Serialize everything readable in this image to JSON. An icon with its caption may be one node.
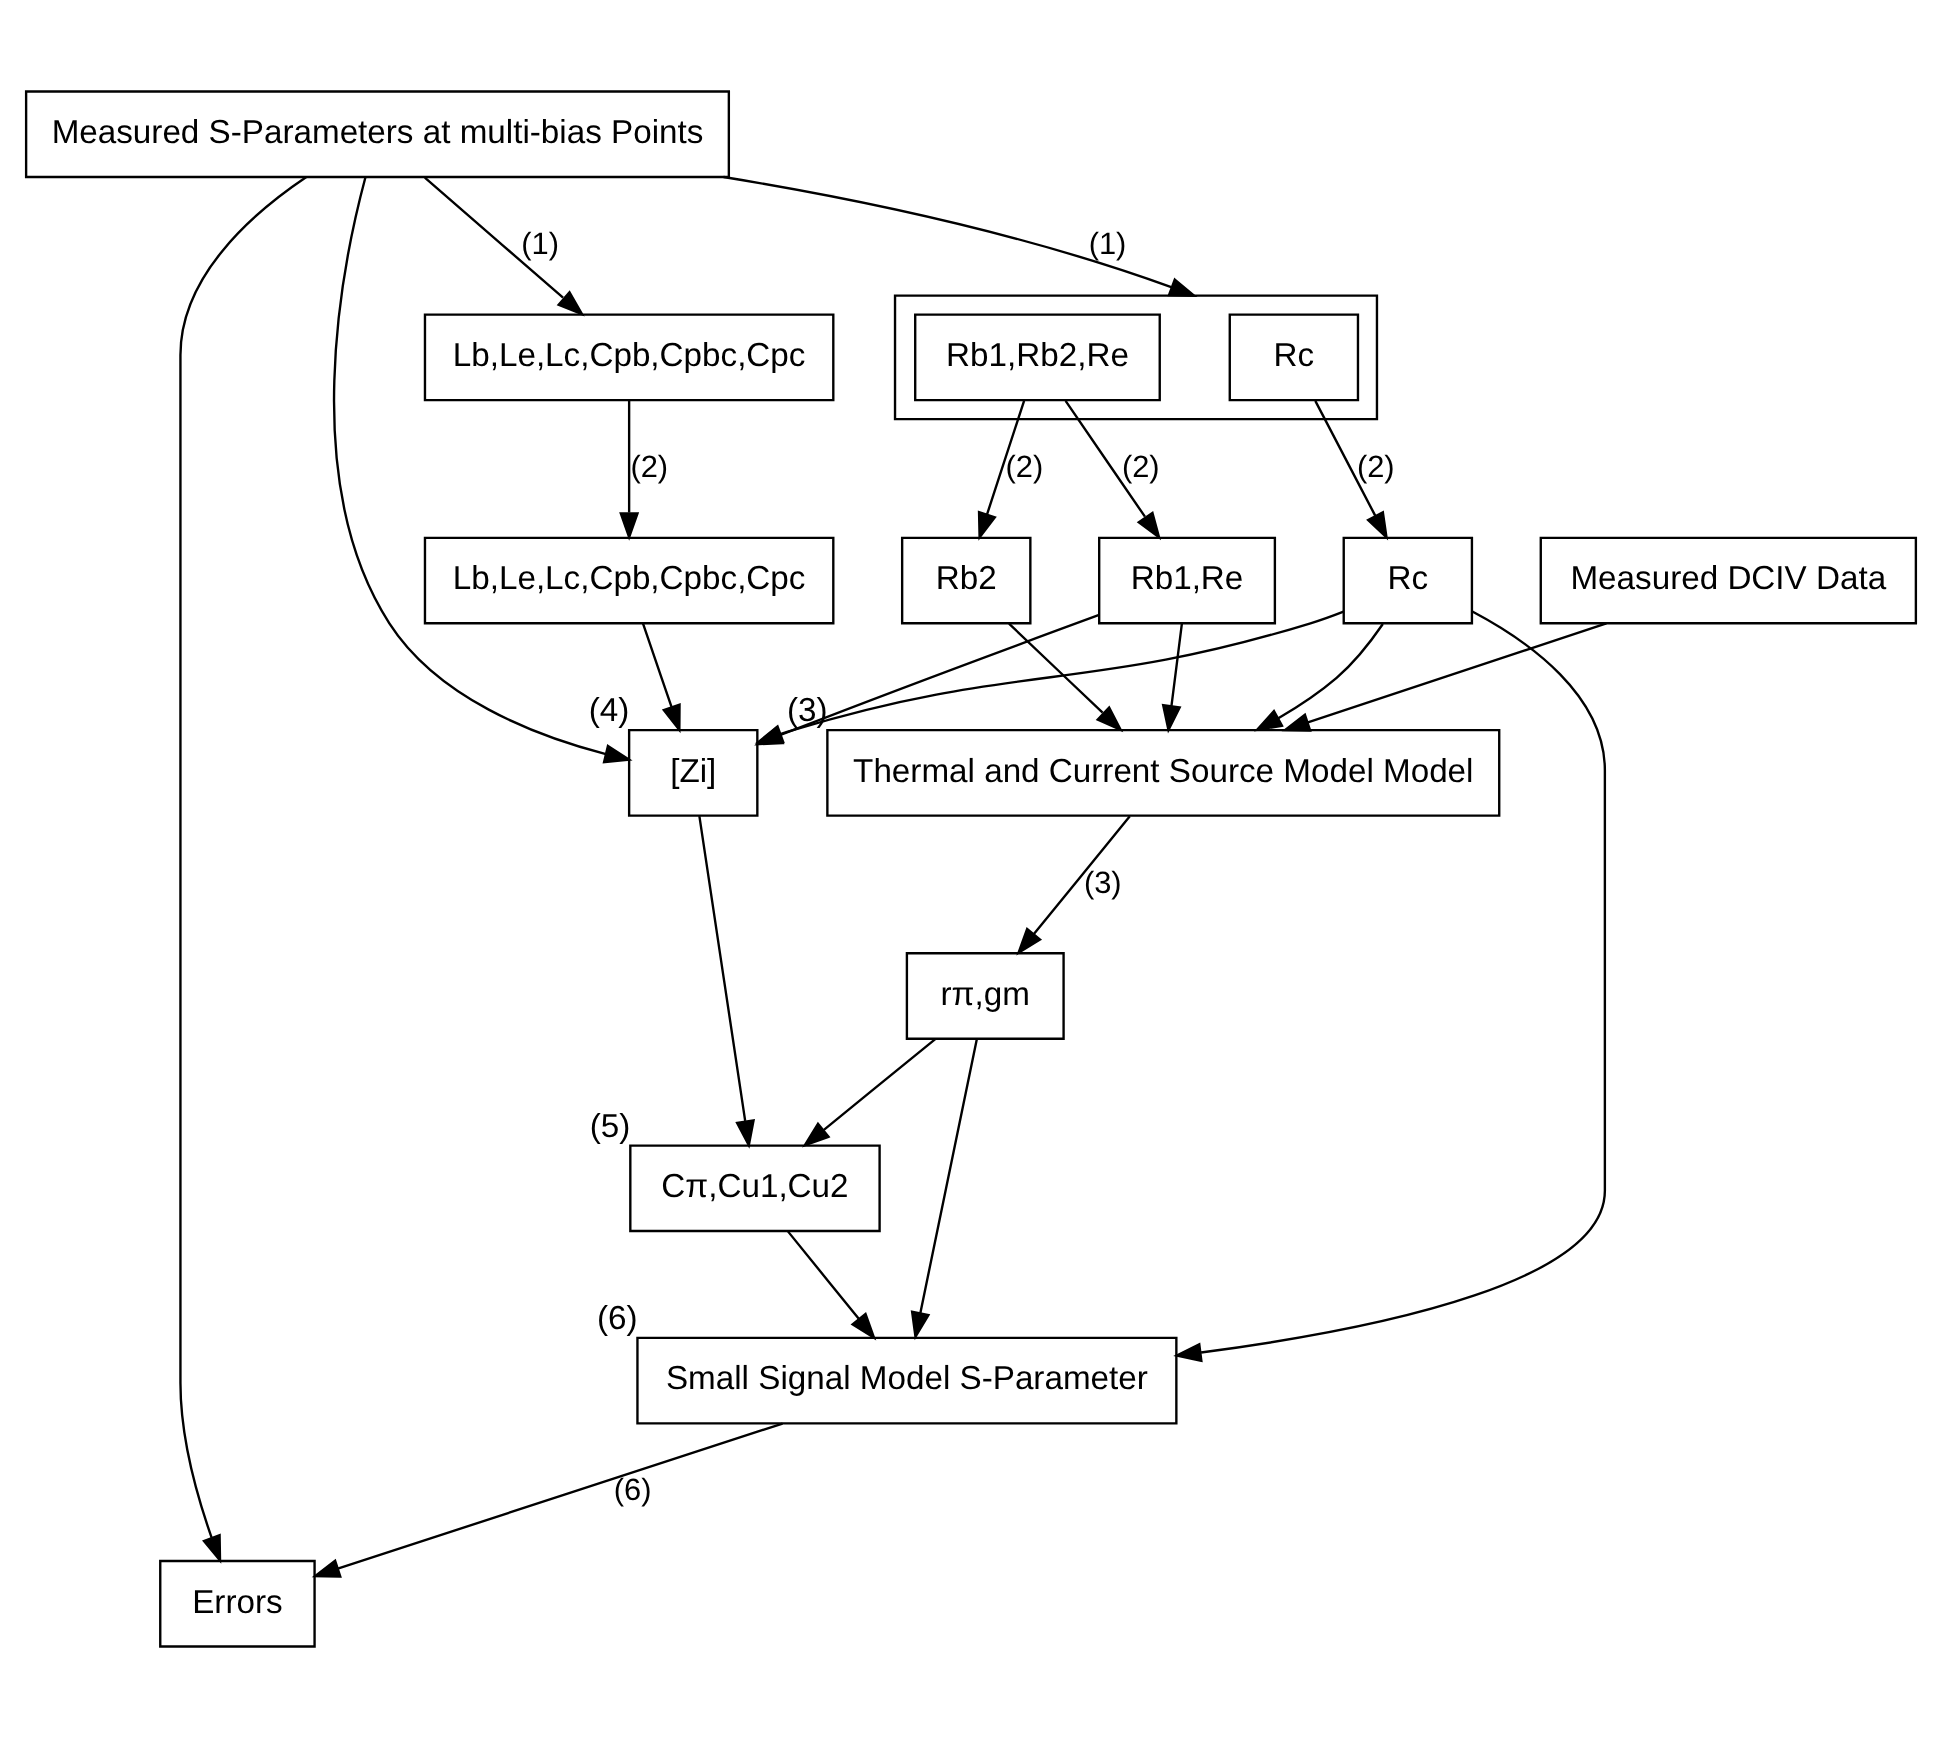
{
  "diagram": {
    "nodes": [
      {
        "text": [
          "Measured S-Parameters at multi-bias Points"
        ]
      },
      {
        "text": [
          "Measured DCIV Data"
        ]
      },
      {
        "text": [
          "Lb,Le,Lc,Cpb,Cpbc,Cpc"
        ]
      },
      {
        "text": [],
        "shape": "box"
      },
      {
        "text": [
          "Rc"
        ],
        "in": 3
      },
      {
        "text": [
          "Rb1,Rb2,Re"
        ],
        "in": 3
      },
      {
        "text": [
          "Lb,Le,Lc,Cpb,Cpbc,Cpc"
        ]
      },
      {
        "text": [
          "Rc"
        ]
      },
      {
        "text": [
          "Rb1,Re"
        ]
      },
      {
        "text": [
          "Rb2"
        ]
      },
      {
        "text": [
          "Thermal and Current Source Model Model"
        ],
        "beside": [
          "(3)"
        ]
      },
      {
        "text": [
          "[Zi]"
        ],
        "beside": [
          "(4)"
        ]
      },
      {
        "text": [
          "rπ,gm"
        ]
      },
      {
        "text": [
          "Cπ,Cu1,Cu2"
        ],
        "beside": [
          "(5)"
        ]
      },
      {
        "text": [
          "Errors"
        ]
      },
      {
        "text": [
          "Small Signal Model S-Parameter"
        ],
        "beside": [
          "(6)"
        ]
      }
    ],
    "edges": [
      {
        "from": 0,
        "to": 2,
        "arrow": "to",
        "label": "(1)"
      },
      {
        "from": 0,
        "to": 3,
        "arrow": "to",
        "label": "(1)"
      },
      {
        "from": 1,
        "to": 10,
        "arrow": "to"
      },
      {
        "from": 2,
        "to": 6,
        "arrow": "to",
        "label": "(2)"
      },
      {
        "from": 4,
        "to": 7,
        "arrow": "to",
        "label": "(2)"
      },
      {
        "from": 5,
        "to": 8,
        "arrow": "to",
        "label": "(2)"
      },
      {
        "from": 5,
        "to": 9,
        "arrow": "to",
        "label": "(2)"
      },
      {
        "from": 0,
        "to": 11,
        "arrow": "to"
      },
      {
        "from": 6,
        "to": 11,
        "arrow": "to"
      },
      {
        "from": 7,
        "to": 11,
        "arrow": "to"
      },
      {
        "from": 8,
        "to": 11,
        "arrow": "to"
      },
      {
        "from": 7,
        "to": 10,
        "arrow": "to"
      },
      {
        "from": 8,
        "to": 10,
        "arrow": "to"
      },
      {
        "from": 9,
        "to": 10,
        "arrow": "to"
      },
      {
        "from": 10,
        "to": 12,
        "arrow": "to",
        "label": "(3)"
      },
      {
        "from": 11,
        "to": 13,
        "arrow": "to"
      },
      {
        "from": 12,
        "to": 13,
        "arrow": "to"
      },
      {
        "from": 0,
        "to": 14,
        "arrow": "to"
      },
      {
        "from": 7,
        "to": 15,
        "arrow": "to"
      },
      {
        "from": 13,
        "to": 15,
        "arrow": "to"
      },
      {
        "from": 12,
        "to": 15,
        "arrow": "to"
      },
      {
        "from": 15,
        "to": 14,
        "arrow": "to",
        "label": "(6)"
      }
    ]
  }
}
